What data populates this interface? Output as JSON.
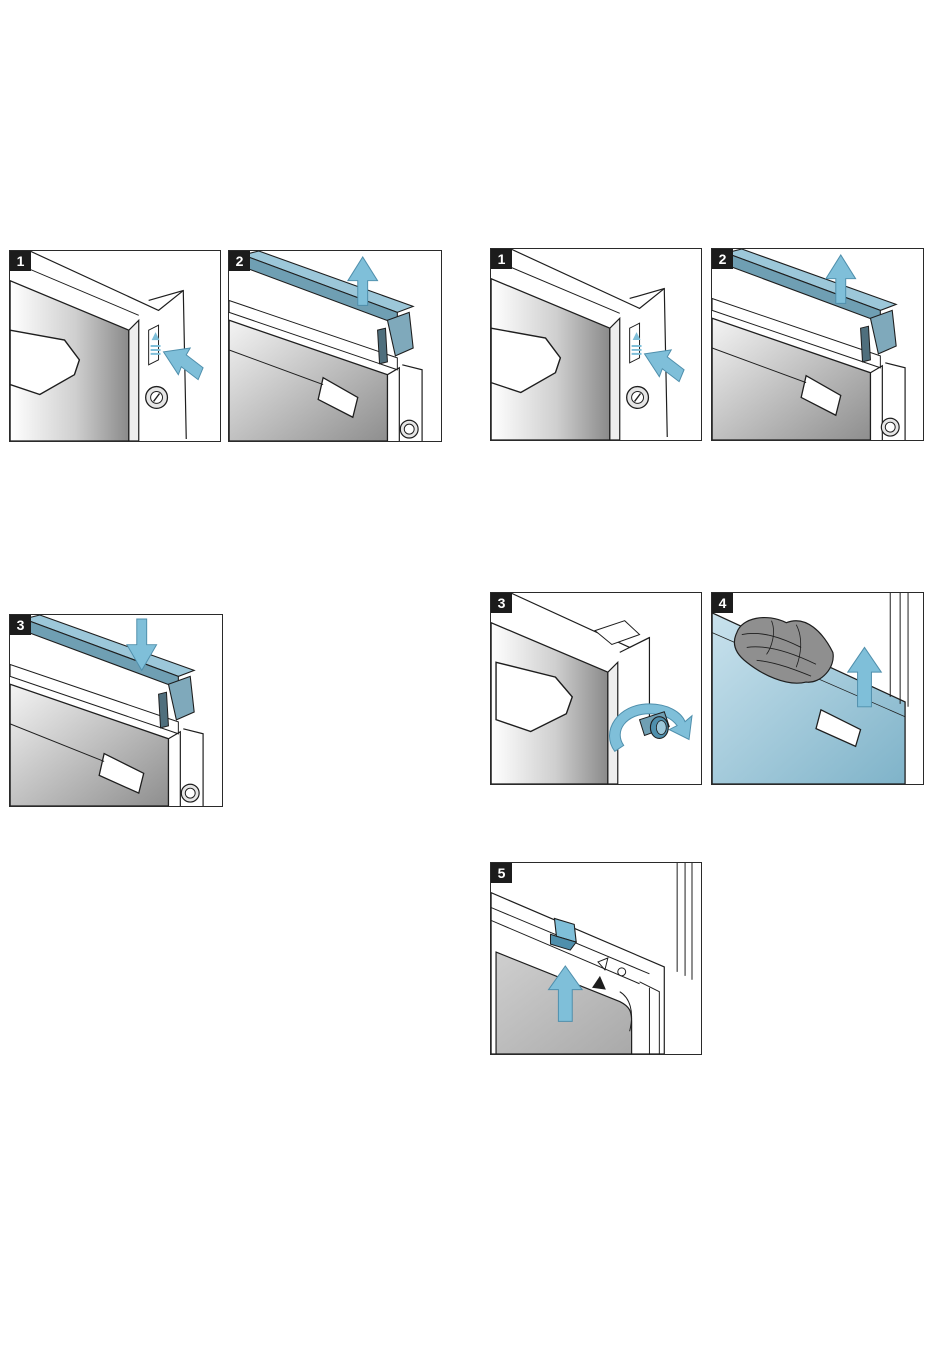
{
  "left_procedure": {
    "steps": [
      {
        "number": "1",
        "icons": [
          "door-panel",
          "handle",
          "push-arrow-icon",
          "screw-cap"
        ]
      },
      {
        "number": "2",
        "icons": [
          "door-panel",
          "handle",
          "cover-strip",
          "lift-arrow-icon"
        ]
      },
      {
        "number": "3",
        "icons": [
          "door-panel",
          "handle",
          "cover-strip",
          "press-down-arrow-icon"
        ]
      }
    ]
  },
  "right_procedure": {
    "steps": [
      {
        "number": "1",
        "icons": [
          "door-panel",
          "handle",
          "push-arrow-icon",
          "screw-cap"
        ]
      },
      {
        "number": "2",
        "icons": [
          "door-panel",
          "handle",
          "cover-strip",
          "lift-arrow-icon"
        ]
      },
      {
        "number": "3",
        "icons": [
          "door-panel",
          "handle",
          "rotate-arrow-icon",
          "screw-icon"
        ]
      },
      {
        "number": "4",
        "icons": [
          "glass-pane",
          "cloth-icon",
          "lift-arrow-icon"
        ]
      },
      {
        "number": "5",
        "icons": [
          "door-frame",
          "clip-icon",
          "lift-arrow-icon"
        ]
      }
    ]
  },
  "colors": {
    "accent": "#7fbfd9",
    "accent_dark": "#4f8fac",
    "outline": "#1e1e1e",
    "badge_bg": "#1c1c1c",
    "glass": "#a9cfe0"
  }
}
